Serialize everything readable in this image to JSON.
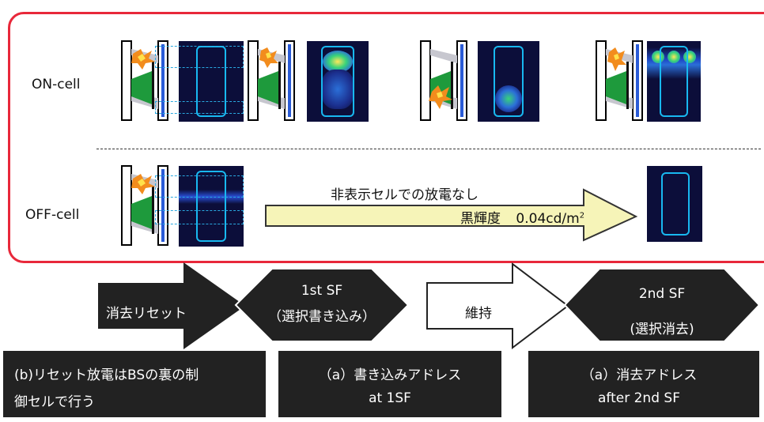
{
  "rows": {
    "on_cell": "ON-cell",
    "off_cell": "OFF-cell"
  },
  "off_arrow": {
    "line1": "非表示セルでの放電なし",
    "line2_prefix": "黒輝度",
    "line2_value": "0.04cd/m",
    "line2_sup": "2"
  },
  "phases": {
    "erase_reset": "消去リセット",
    "first_sf_title": "1st SF",
    "first_sf_sub": "（選択書き込み）",
    "sustain": "維持",
    "second_sf_title": "2nd SF",
    "second_sf_sub": "(選択消去)"
  },
  "notes": {
    "b_line1": "(b)リセット放電はBSの裏の制",
    "b_line2": "御セルで行う",
    "a1_line1": "（a）書き込みアドレス",
    "a1_line2": "at 1SF",
    "a2_line1": "（a）消去アドレス",
    "a2_line2": "after 2nd SF"
  },
  "colors": {
    "frame": "#e8283a",
    "slot": "#18b8f0",
    "luminance_bg": "#0c0e3a",
    "yellow_arrow": "#f6f4b8",
    "dark_box": "#222222"
  }
}
